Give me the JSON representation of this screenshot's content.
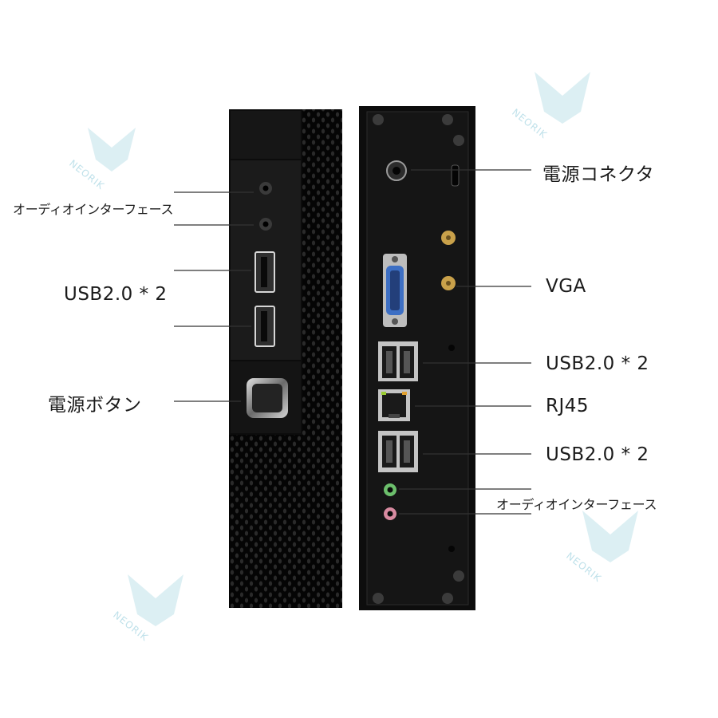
{
  "labels": {
    "front_audio": "オーディオインターフェース",
    "front_usb": "USB2.0 * 2",
    "front_power": "電源ボタン",
    "rear_power_connector": "電源コネクタ",
    "rear_vga": "VGA",
    "rear_usb_top": "USB2.0 * 2",
    "rear_rj45": "RJ45",
    "rear_usb_bottom": "USB2.0 * 2",
    "rear_audio": "オーディオインターフェース"
  },
  "watermark": {
    "brand": "NEORIK"
  },
  "colors": {
    "case": "#0c0c0c",
    "panel": "#1b1b1b",
    "leader_line": "#333333",
    "watermark": "#bfe1ea",
    "vga_blue": "#3d6fc4",
    "antenna_gold": "#c9a14a",
    "audio_green": "#6cbf6c",
    "audio_pink": "#d88aa0"
  }
}
